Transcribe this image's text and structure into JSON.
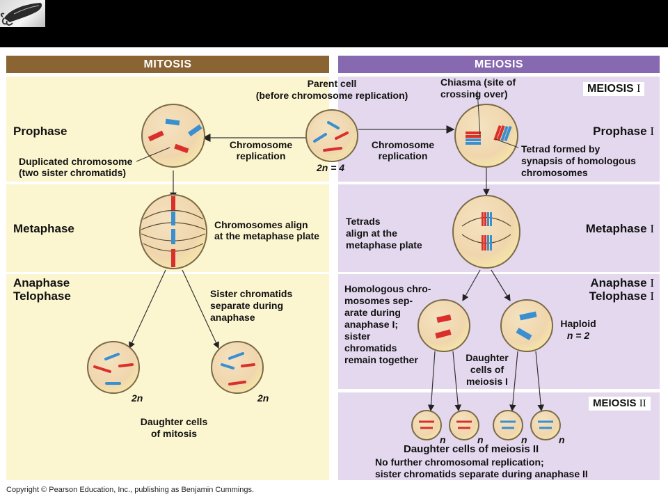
{
  "slide": {
    "logo_icon": "squid-logo-icon",
    "copyright": "Copyright © Pearson Education, Inc., publishing as Benjamin Cummings."
  },
  "headers": {
    "mitosis": "MITOSIS",
    "meiosis": "MEIOSIS"
  },
  "parent_cell": {
    "title": "Parent cell",
    "subtitle": "(before chromosome replication)",
    "ploidy": "2n = 4"
  },
  "mitosis": {
    "stages": {
      "prophase": "Prophase",
      "metaphase": "Metaphase",
      "anaphase": "Anaphase",
      "telophase": "Telophase"
    },
    "replication_label_1": "Chromosome",
    "replication_label_2": "replication",
    "duplicated_1": "Duplicated chromosome",
    "duplicated_2": "(two sister chromatids)",
    "align_1": "Chromosomes align",
    "align_2": "at the metaphase plate",
    "separate_1": "Sister chromatids",
    "separate_2": "separate during",
    "separate_3": "anaphase",
    "daughter_ploidy_left": "2n",
    "daughter_ploidy_right": "2n",
    "daughter_label_1": "Daughter cells",
    "daughter_label_2": "of mitosis"
  },
  "meiosis": {
    "meiosis1_tag": "MEIOSIS",
    "meiosis1_numeral": "I",
    "meiosis2_tag": "MEIOSIS",
    "meiosis2_numeral": "II",
    "stages": {
      "prophase": "Prophase",
      "metaphase": "Metaphase",
      "anaphase": "Anaphase",
      "telophase": "Telophase",
      "numeral": "I"
    },
    "replication_label_1": "Chromosome",
    "replication_label_2": "replication",
    "chiasma_1": "Chiasma (site of",
    "chiasma_2": "crossing over)",
    "tetrad_1": "Tetrad formed by",
    "tetrad_2": "synapsis of homologous",
    "tetrad_3": "chromosomes",
    "tetrads_align_1": "Tetrads",
    "tetrads_align_2": "align at the",
    "tetrads_align_3": "metaphase plate",
    "homologous_1": "Homologous chro-",
    "homologous_2": "mosomes sep-",
    "homologous_3": "arate during",
    "homologous_4": "anaphase I;",
    "homologous_5": "sister",
    "homologous_6": "chromatids",
    "homologous_7": "remain together",
    "haploid_1": "Haploid",
    "haploid_2": "n = 2",
    "daughter1_1": "Daughter",
    "daughter1_2": "cells of",
    "daughter1_3": "meiosis I",
    "daughter2_ploidy": [
      "n",
      "n",
      "n",
      "n"
    ],
    "daughter2_label": "Daughter cells of meiosis II",
    "note_1": "No further chromosomal replication;",
    "note_2": "sister chromatids separate during anaphase II"
  },
  "colors": {
    "mitosis_header": "#8a6432",
    "meiosis_header": "#8669b0",
    "mitosis_bg": "#fcf6d0",
    "meiosis_bg": "#e3d8ee",
    "chrom_red": "#d9302b",
    "chrom_blue": "#3a8fd0",
    "cell_fill": "#f3dcb3"
  }
}
